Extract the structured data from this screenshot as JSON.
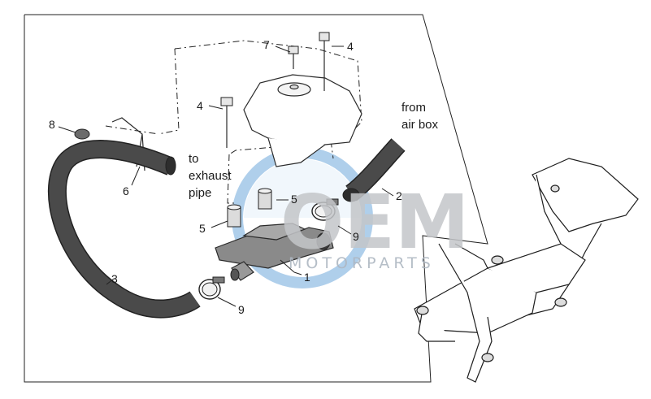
{
  "callouts": [
    {
      "id": "1",
      "text": "1"
    },
    {
      "id": "2",
      "text": "2"
    },
    {
      "id": "3",
      "text": "3"
    },
    {
      "id": "4a",
      "text": "4"
    },
    {
      "id": "4b",
      "text": "4"
    },
    {
      "id": "5a",
      "text": "5"
    },
    {
      "id": "5b",
      "text": "5"
    },
    {
      "id": "6",
      "text": "6"
    },
    {
      "id": "7",
      "text": "7"
    },
    {
      "id": "8",
      "text": "8"
    },
    {
      "id": "9a",
      "text": "9"
    },
    {
      "id": "9b",
      "text": "9"
    }
  ],
  "annotations": {
    "to_exhaust": [
      "to",
      "exhaust",
      "pipe"
    ],
    "from_airbox": [
      "from",
      "air box"
    ]
  },
  "watermark": {
    "logo": "OEM",
    "tagline": "MOTORPARTS"
  },
  "colors": {
    "hose": "#4a4a4a",
    "valve": "#7a7a7a",
    "frame_outline": "#1e1e1e",
    "watermark_blue": "#6fa8dc",
    "watermark_grey": "#c4c6c9"
  }
}
